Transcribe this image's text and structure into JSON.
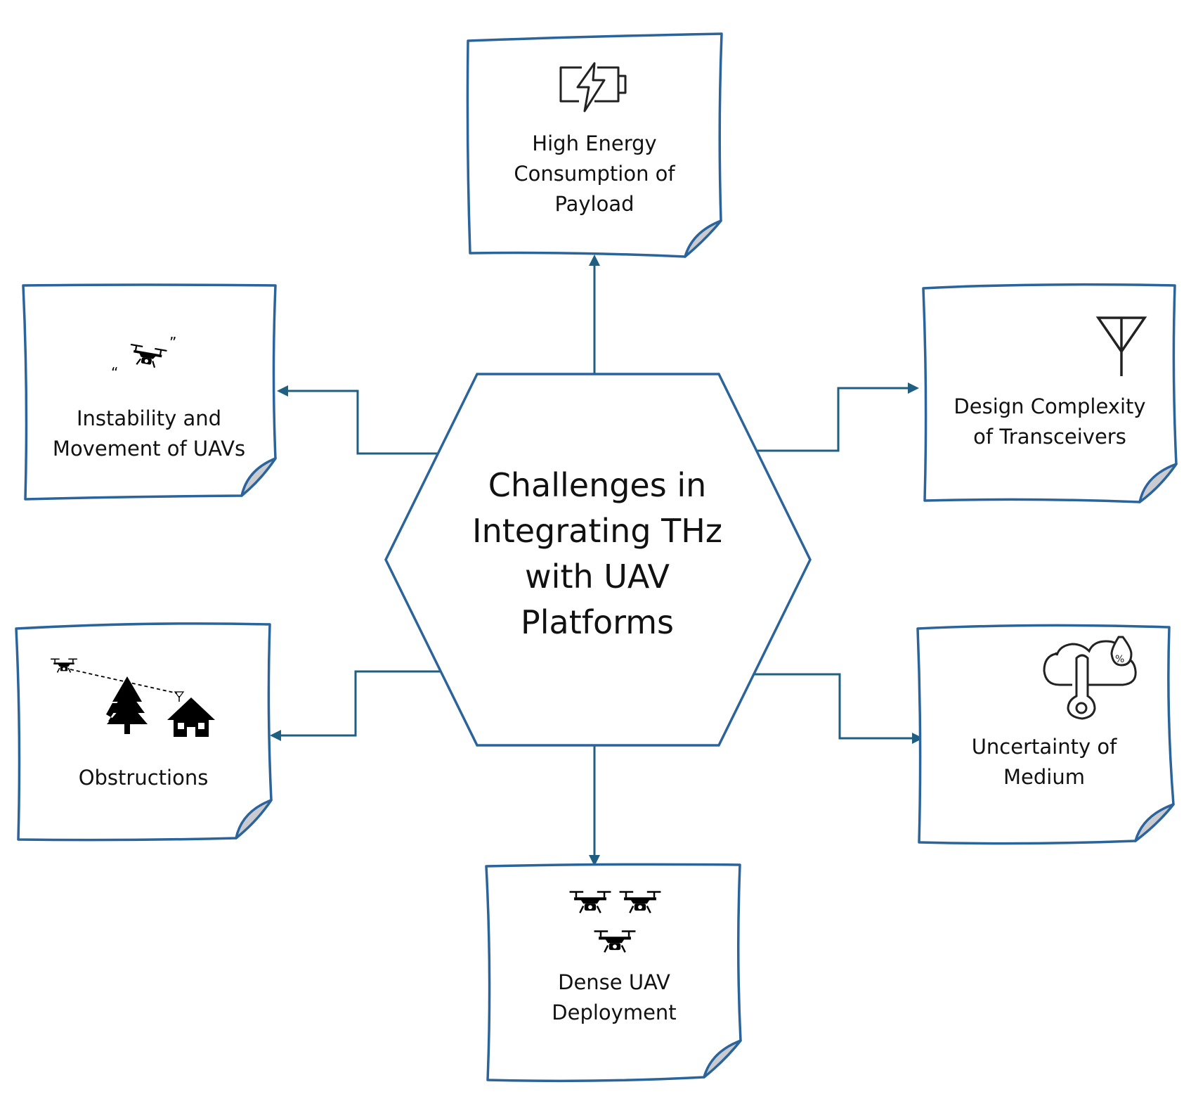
{
  "center": {
    "lines": [
      "Challenges in",
      "Integrating THz",
      "with UAV",
      "Platforms"
    ]
  },
  "notes": {
    "energy": {
      "lines": [
        "High Energy",
        "Consumption of",
        "Payload"
      ],
      "icon": "battery-charging-icon"
    },
    "instability": {
      "lines": [
        "Instability and",
        "Movement of UAVs"
      ],
      "icon": "wobbling-drone-icon"
    },
    "transceivers": {
      "lines": [
        "Design Complexity",
        "of Transceivers"
      ],
      "icon": "antenna-icon"
    },
    "obstructions": {
      "lines": [
        "Obstructions"
      ],
      "icon": "drone-tree-house-icon"
    },
    "medium": {
      "lines": [
        "Uncertainty of",
        "Medium"
      ],
      "icon": "cloud-thermometer-humidity-icon"
    },
    "dense": {
      "lines": [
        "Dense UAV",
        "Deployment"
      ],
      "icon": "drone-swarm-icon"
    }
  },
  "colors": {
    "note_border": "#2b639b",
    "connector": "#1f5f82",
    "page_curl": "#c9cbd0"
  }
}
